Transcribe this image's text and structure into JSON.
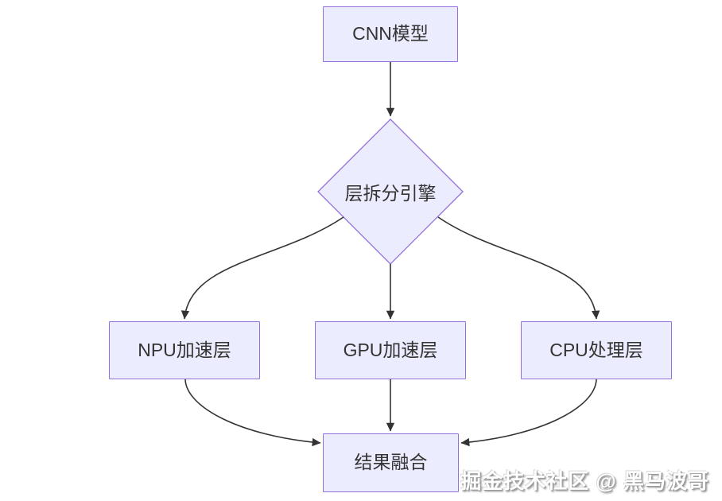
{
  "diagram": {
    "type": "flowchart",
    "direction": "top-down",
    "colors": {
      "background": "#ffffff",
      "node_fill": "#ECECFF",
      "node_border": "#9370DB",
      "edge": "#333333",
      "text": "#333333"
    },
    "nodes": {
      "cnn": {
        "label": "CNN模型",
        "shape": "rect"
      },
      "splitter": {
        "label": "层拆分引擎",
        "shape": "diamond"
      },
      "npu": {
        "label": "NPU加速层",
        "shape": "rect"
      },
      "gpu": {
        "label": "GPU加速层",
        "shape": "rect"
      },
      "cpu": {
        "label": "CPU处理层",
        "shape": "rect"
      },
      "result": {
        "label": "结果融合",
        "shape": "rect"
      }
    },
    "edges": [
      {
        "from": "CNN模型",
        "to": "层拆分引擎"
      },
      {
        "from": "层拆分引擎",
        "to": "NPU加速层"
      },
      {
        "from": "层拆分引擎",
        "to": "GPU加速层"
      },
      {
        "from": "层拆分引擎",
        "to": "CPU处理层"
      },
      {
        "from": "NPU加速层",
        "to": "结果融合"
      },
      {
        "from": "GPU加速层",
        "to": "结果融合"
      },
      {
        "from": "CPU处理层",
        "to": "结果融合"
      }
    ]
  },
  "watermark": {
    "text": "掘金技术社区 @ 黑马波哥"
  }
}
